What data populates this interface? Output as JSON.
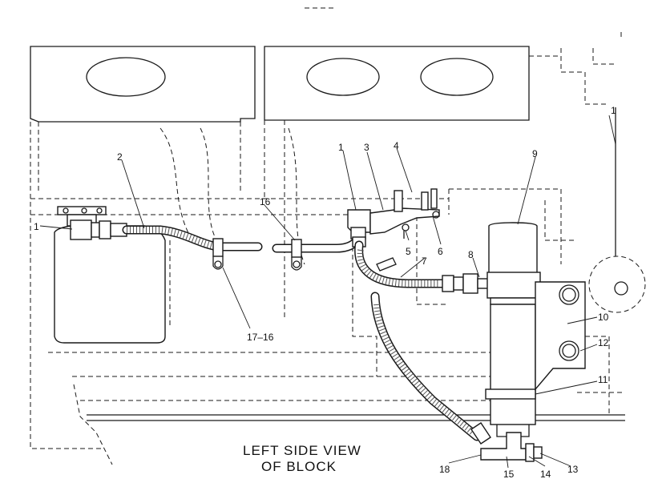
{
  "diagram": {
    "caption_line1": "LEFT SIDE VIEW",
    "caption_line2": "OF BLOCK",
    "labels": {
      "l1_left": "1",
      "l1_top": "1",
      "l1_right": "1",
      "l2": "2",
      "l3": "3",
      "l4": "4",
      "l5": "5",
      "l6": "6",
      "l7": "7",
      "l8": "8",
      "l9": "9",
      "l10": "10",
      "l11": "11",
      "l12": "12",
      "l13": "13",
      "l14": "14",
      "l15": "15",
      "l16_left": "16",
      "l17_16": "17–16",
      "l18": "18"
    }
  }
}
